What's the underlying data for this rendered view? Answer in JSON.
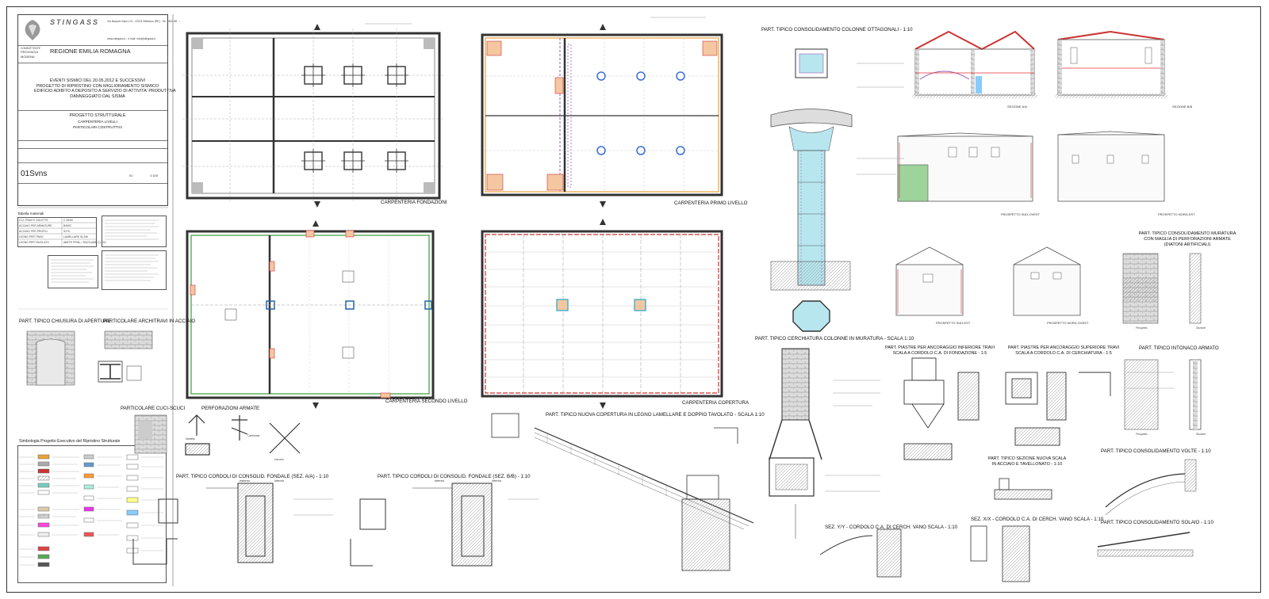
{
  "titleblock": {
    "company": "STINGASS",
    "company_address": "Via Nazario Sauro 23 - 42021 Bibbiano (RE) - Tel. 0522 88 .....",
    "company_web": "www.stingass.it - e.mail: info@stingass.it",
    "client_label": "COMMITTENTE",
    "province_label": "PROVINCIA",
    "province": "MODENA",
    "region": "REGIONE EMILIA ROMAGNA",
    "project_lines": [
      "EVENTI SISMICI DEL 20.05.2012 E SUCCESSIVI",
      "PROGETTO DI RIPRISTINO CON MIGLIORAMENTO SISMICO",
      "EDIFICIO ADIBITO A DEPOSITO A SERVIZIO DI ATTIVITA' PRODUTTIVA",
      "DANNEGGIATO DAL SISMA"
    ],
    "subject_lines": [
      "PROGETTO STRUTTURALE",
      "CARPENTERIA LIVELLI",
      "PARTICOLARI COSTRUTTIVI"
    ],
    "sheet_code": "01Svns",
    "scale": "1:100",
    "sheet_no": "01"
  },
  "materials": {
    "title": "Tabella materiali",
    "rows": [
      [
        "CLS TRAVI E SOLETTE",
        "C 25/30"
      ],
      [
        "ACCIAIO PER ARMATURE",
        "B450C"
      ],
      [
        "ACCIAIO PER PROFILI",
        "S275"
      ],
      [
        "LEGNO PER TRAVI",
        "LAMELLARE GL24h"
      ],
      [
        "LEGNO PER TAVOLATO",
        "ABETE PRIM. / TAVOLAME CL. S2"
      ]
    ]
  },
  "legend": {
    "title": "Simbologia Progetto Esecutivo del Ripristino Strutturale"
  },
  "drawings": {
    "plan1": "CARPENTERIA FONDAZIONI",
    "plan2": "CARPENTERIA PRIMO LIVELLO",
    "plan3": "CARPENTERIA SECONDO LIVELLO",
    "plan4": "CARPENTERIA COPERTURA",
    "col_octagonal": "PART. TIPICO CONSOLIDAMENTO COLONNE OTTAGONALI - 1:10",
    "section_aa": "SEZIONE A/A",
    "section_bb": "SEZIONE B/B",
    "elev_so": "PROSPETTO SUD-OVEST",
    "elev_ne": "PROSPETTO NORD-EST",
    "elev_se": "PROSPETTO SUD-EST",
    "elev_no": "PROSPETTO NORD-OVEST",
    "masonry_title": [
      "PART. TIPICO CONSOLIDAMENTO MURATURA",
      "CON MAGLIA DI PERFORAZIONI ARMATE",
      "(DIATONI ARTIFICIALI)"
    ],
    "prospetto": "Prospetto",
    "sezione": "Sezione",
    "col_ring": "PART. TIPICO CERCHIATURA COLONNE IN MURATURA - SCALA 1:10",
    "plate_lower": [
      "PART. PIASTRE PER ANCORAGGIO INFERIORE TRAVI",
      "SCALA A CORDOLO C.A. DI FONDAZIONE - 1:5"
    ],
    "plate_upper": [
      "PART. PIASTRE PER ANCORAGGIO SUPERIORE TRAVI",
      "SCALA A CORDOLO C.A. DI CERCHIATURA - 1:5"
    ],
    "plaster": "PART. TIPICO INTONACO ARMATO",
    "closing": "PART. TIPICO CHIUSURA DI APERTURE",
    "lintel": "PARTICOLARE ARCHITRAVI IN ACCIAIO",
    "cuci": "PARTICOLARE CUCI-SCUCI",
    "perforations": "PERFORAZIONI ARMATE",
    "martello": "Martello",
    "cantonale": "Cantonale",
    "incrocio": "Incrocio",
    "roof": "PART. TIPICO NUOVA COPERTURA IN LEGNO LAMELLARE E DOPPIO TAVOLATO - SCALA 1:10",
    "cordolo_aa": "PART. TIPICO CORDOLI DI CONSOLID. FONDALE (SEZ. A/A) - 1:10",
    "cordolo_bb": "PART. TIPICO CORDOLI DI CONSOLID. FONDALE (SEZ. B/B) - 1:10",
    "esterno": "esterno",
    "interno": "interno",
    "stair": [
      "PART. TIPICO SEZIONE NUOVA SCALA",
      "IN ACCIAIO E TAVELLONATO - 1:10"
    ],
    "vaults": "PART. TIPICO CONSOLIDAMENTO VOLTE - 1:10",
    "floor": "PART. TIPICO CONSOLIDAMENTO SOLAIO - 1:10",
    "sez_yy": "SEZ. Y/Y - CORDOLO C.A. DI CERCH. VANO SCALA - 1:10",
    "sez_xx": "SEZ. X/X - CORDOLO C.A. DI CERCH. VANO SCALA - 1:10"
  }
}
